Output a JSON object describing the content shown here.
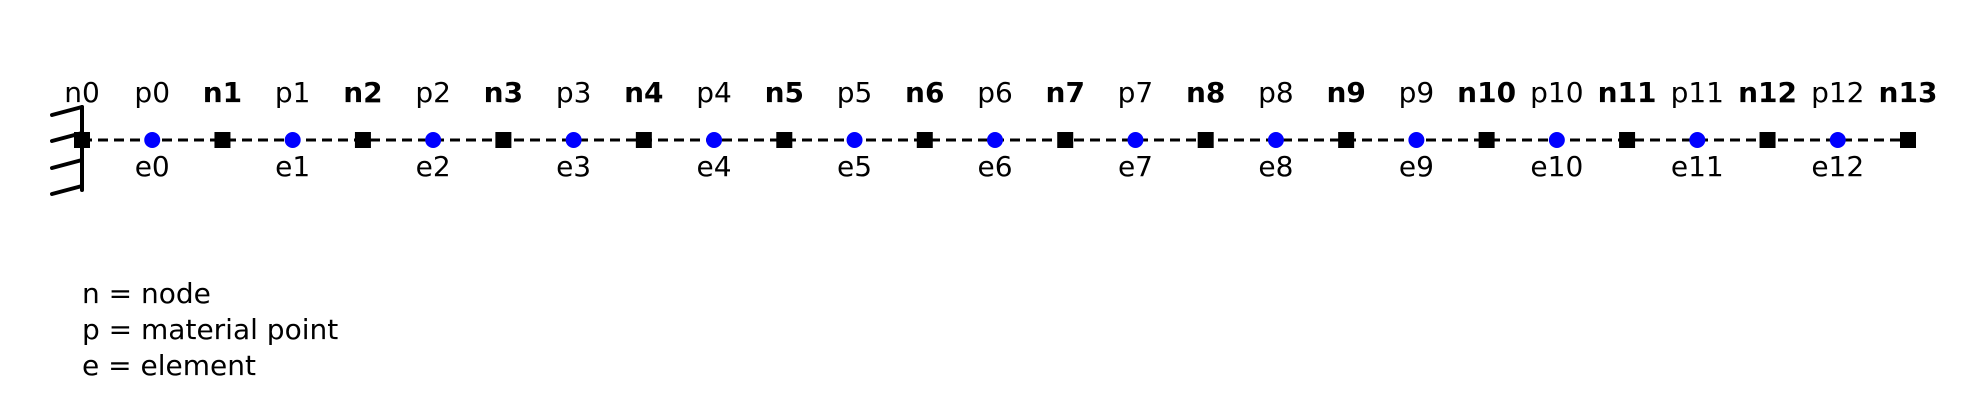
{
  "diagram": {
    "nodes": [
      "n0",
      "n1",
      "n2",
      "n3",
      "n4",
      "n5",
      "n6",
      "n7",
      "n8",
      "n9",
      "n10",
      "n11",
      "n12",
      "n13"
    ],
    "material_points": [
      "p0",
      "p1",
      "p2",
      "p3",
      "p4",
      "p5",
      "p6",
      "p7",
      "p8",
      "p9",
      "p10",
      "p11",
      "p12"
    ],
    "elements": [
      "e0",
      "e1",
      "e2",
      "e3",
      "e4",
      "e5",
      "e6",
      "e7",
      "e8",
      "e9",
      "e10",
      "e11",
      "e12"
    ],
    "colors": {
      "node": "#000000",
      "material_point": "#0000ff",
      "line": "#000000"
    },
    "line_style": "dashed",
    "support": "fixed-wall-left"
  },
  "legend": [
    "n = node",
    "p = material point",
    "e = element"
  ]
}
